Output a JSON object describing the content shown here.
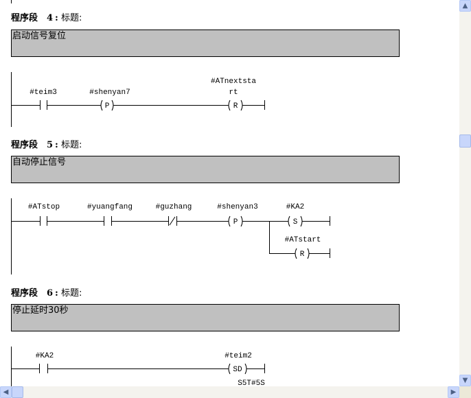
{
  "networks": [
    {
      "heading": "程序段",
      "number": "4",
      "sep": ":",
      "title_label": "标题:",
      "comment": "启动信号复位",
      "elements": {
        "c1": "#teim3",
        "p": "#shenyan7",
        "r1": "#ATnextsta",
        "r2": "rt",
        "p_sym": "P",
        "r_sym": "R"
      }
    },
    {
      "heading": "程序段",
      "number": "5",
      "sep": ":",
      "title_label": "标题:",
      "comment": "自动停止信号",
      "elements": {
        "c1": "#ATstop",
        "c2": "#yuangfang",
        "c3": "#guzhang",
        "p": "#shenyan3",
        "s": "#KA2",
        "r": "#ATstart",
        "p_sym": "P",
        "s_sym": "S",
        "r_sym": "R"
      }
    },
    {
      "heading": "程序段",
      "number": "6",
      "sep": ":",
      "title_label": "标题:",
      "comment": "停止延时30秒",
      "elements": {
        "c1": "#KA2",
        "sd": "#teim2",
        "sd_sym": "SD",
        "sd_val": "S5T#5S"
      }
    }
  ],
  "scrollbars": {
    "up": "▲",
    "down": "▼",
    "left": "◀",
    "right": "▶"
  },
  "colors": {
    "comment_bg": "#c0c0c0",
    "scroll_btn": "#c8d6fb"
  }
}
